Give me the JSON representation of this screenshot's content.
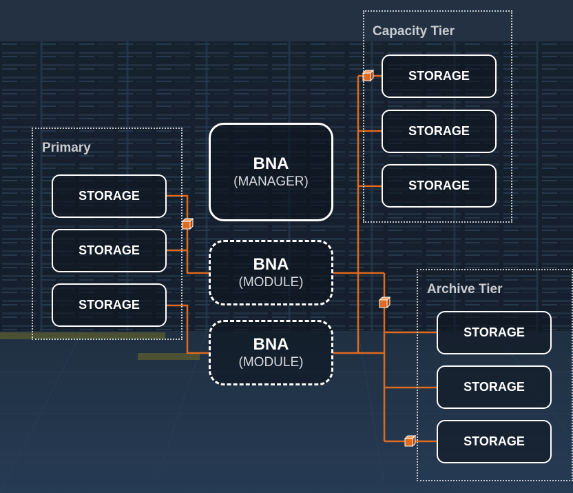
{
  "tiers": {
    "primary": {
      "label": "Primary",
      "storage": [
        "STORAGE",
        "STORAGE",
        "STORAGE"
      ]
    },
    "capacity": {
      "label": "Capacity Tier",
      "storage": [
        "STORAGE",
        "STORAGE",
        "STORAGE"
      ]
    },
    "archive": {
      "label": "Archive Tier",
      "storage": [
        "STORAGE",
        "STORAGE",
        "STORAGE"
      ]
    }
  },
  "bna": {
    "manager": {
      "title": "BNA",
      "subtitle": "(MANAGER)"
    },
    "module_1": {
      "title": "BNA",
      "subtitle": "(MODULE)"
    },
    "module_2": {
      "title": "BNA",
      "subtitle": "(MODULE)"
    }
  },
  "colors": {
    "connector": "#e06a1e",
    "box_border": "#ffffff",
    "tier_label": "#c9ccd1",
    "background": "#1d2836"
  },
  "icons": [
    "data-package-icon",
    "data-package-icon",
    "data-package-icon",
    "data-package-icon"
  ]
}
